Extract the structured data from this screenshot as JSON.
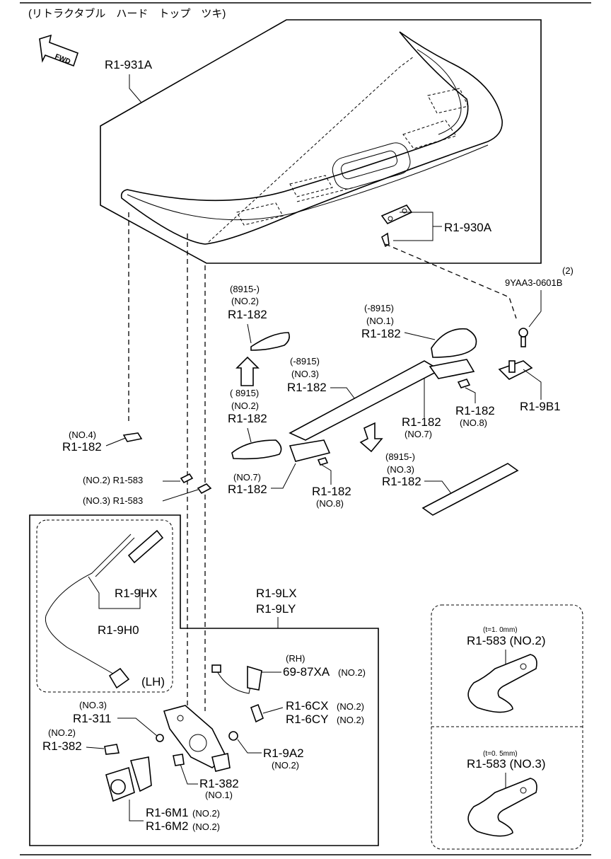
{
  "title": "(リトラクタブル　ハード　トップ　ツキ)",
  "fwd_label": "FWD",
  "labels": {
    "r1_931a": "R1-931A",
    "r1_930a": "R1-930A",
    "qty_2": "(2)",
    "p_9yaa3": "9YAA3-0601B",
    "r1_9b1": "R1-9B1",
    "a_range": "(8915-)",
    "a_no": "(NO.2)",
    "a_part": "R1-182",
    "b_range": "(-8915)",
    "b_no": "(NO.1)",
    "b_part": "R1-182",
    "c_range": "(-8915)",
    "c_no": "(NO.3)",
    "c_part": "R1-182",
    "d_range": "( 8915)",
    "d_no": "(NO.2)",
    "d_part": "R1-182",
    "e_part": "R1-182",
    "e_no": "(NO.7)",
    "f_part": "R1-182",
    "f_no": "(NO.8)",
    "g_no": "(NO.4)",
    "g_part": "R1-182",
    "h_no": "(NO.7)",
    "h_part": "R1-182",
    "i_part": "R1-182",
    "i_no": "(NO.8)",
    "j_range": "(8915-)",
    "j_no": "(NO.3)",
    "j_part": "R1-182",
    "k_583_2": "(NO.2) R1-583",
    "k_583_3": "(NO.3) R1-583",
    "r1_9hx": "R1-9HX",
    "r1_9h0": "R1-9H0",
    "lh": "(LH)",
    "r1_9lx": "R1-9LX",
    "r1_9ly": "R1-9LY",
    "rh": "(RH)",
    "p_69_87xa": "69-87XA",
    "no2_a": "(NO.2)",
    "r1_6cx": "R1-6CX",
    "no2_b": "(NO.2)",
    "r1_6cy": "R1-6CY",
    "no2_c": "(NO.2)",
    "no3_311": "(NO.3)",
    "r1_311": "R1-311",
    "no2_382": "(NO.2)",
    "r1_382": "R1-382",
    "r1_9a2": "R1-9A2",
    "no2_9a2": "(NO.2)",
    "r1_382b": "R1-382",
    "no1_382b": "(NO.1)",
    "r1_6m1": "R1-6M1",
    "no2_6m1": "(NO.2)",
    "r1_6m2": "R1-6M2",
    "no2_6m2": "(NO.2)",
    "t1": "(t=1. 0mm)",
    "r1_583_no2": "R1-583 (NO.2)",
    "t2": "(t=0. 5mm)",
    "r1_583_no3": "R1-583 (NO.3)"
  }
}
